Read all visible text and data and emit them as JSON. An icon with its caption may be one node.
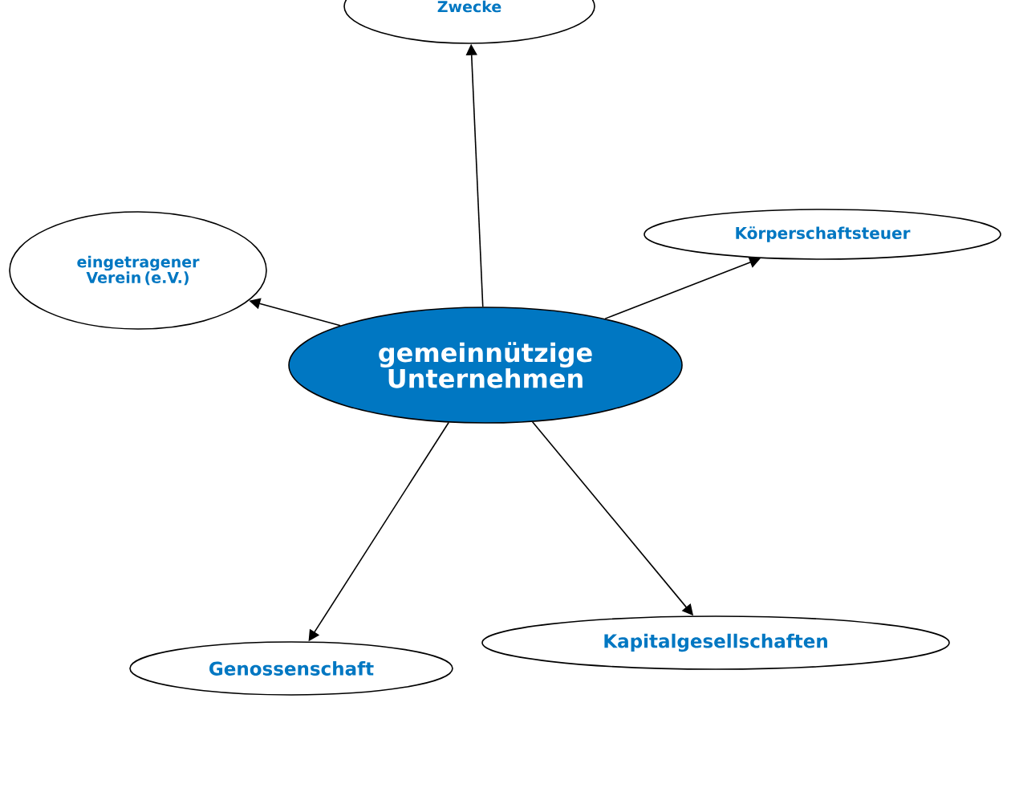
{
  "diagram": {
    "nodes": [
      {
        "text": [
          "Zwecke"
        ]
      },
      {
        "text": [
          "eingetragener Verein (e.V.)"
        ]
      },
      {
        "text": [
          "Körperschaftsteuer"
        ]
      },
      {
        "text": [
          "gemeinnützige Unternehmen"
        ]
      },
      {
        "text": [
          "Genossenschaft"
        ]
      },
      {
        "text": [
          "Kapitalgesellschaften"
        ]
      }
    ],
    "edges": [
      {
        "from": 3,
        "to": 0,
        "arrow": "to"
      },
      {
        "from": 3,
        "to": 1,
        "arrow": "to"
      },
      {
        "from": 3,
        "to": 2,
        "arrow": "to"
      },
      {
        "from": 3,
        "to": 4,
        "arrow": "to"
      },
      {
        "from": 3,
        "to": 5,
        "arrow": "to"
      }
    ]
  }
}
